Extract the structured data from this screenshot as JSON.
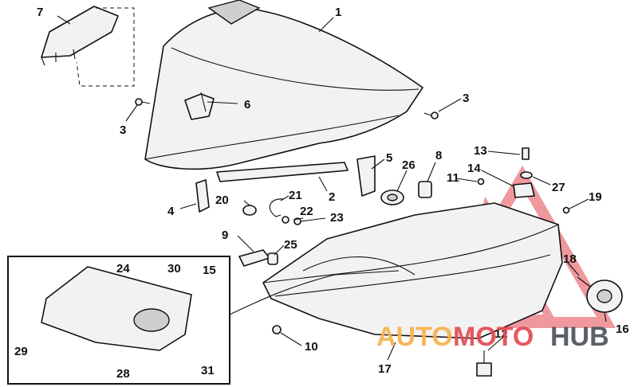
{
  "callouts": [
    "1",
    "2",
    "3",
    "3",
    "4",
    "5",
    "6",
    "7",
    "8",
    "9",
    "10",
    "11",
    "12",
    "13",
    "14",
    "15",
    "16",
    "17",
    "18",
    "19",
    "20",
    "21",
    "22",
    "23",
    "24",
    "25",
    "26",
    "27",
    "28",
    "29",
    "30",
    "31"
  ],
  "watermark": {
    "text_auto": "AUTO",
    "text_moto": "MOTO",
    "text_hub": "HUB",
    "colors": {
      "triangle": "#e3474f",
      "auto": "#f6b24a",
      "moto": "#e3474f",
      "hub": "#4a4f5a"
    }
  }
}
